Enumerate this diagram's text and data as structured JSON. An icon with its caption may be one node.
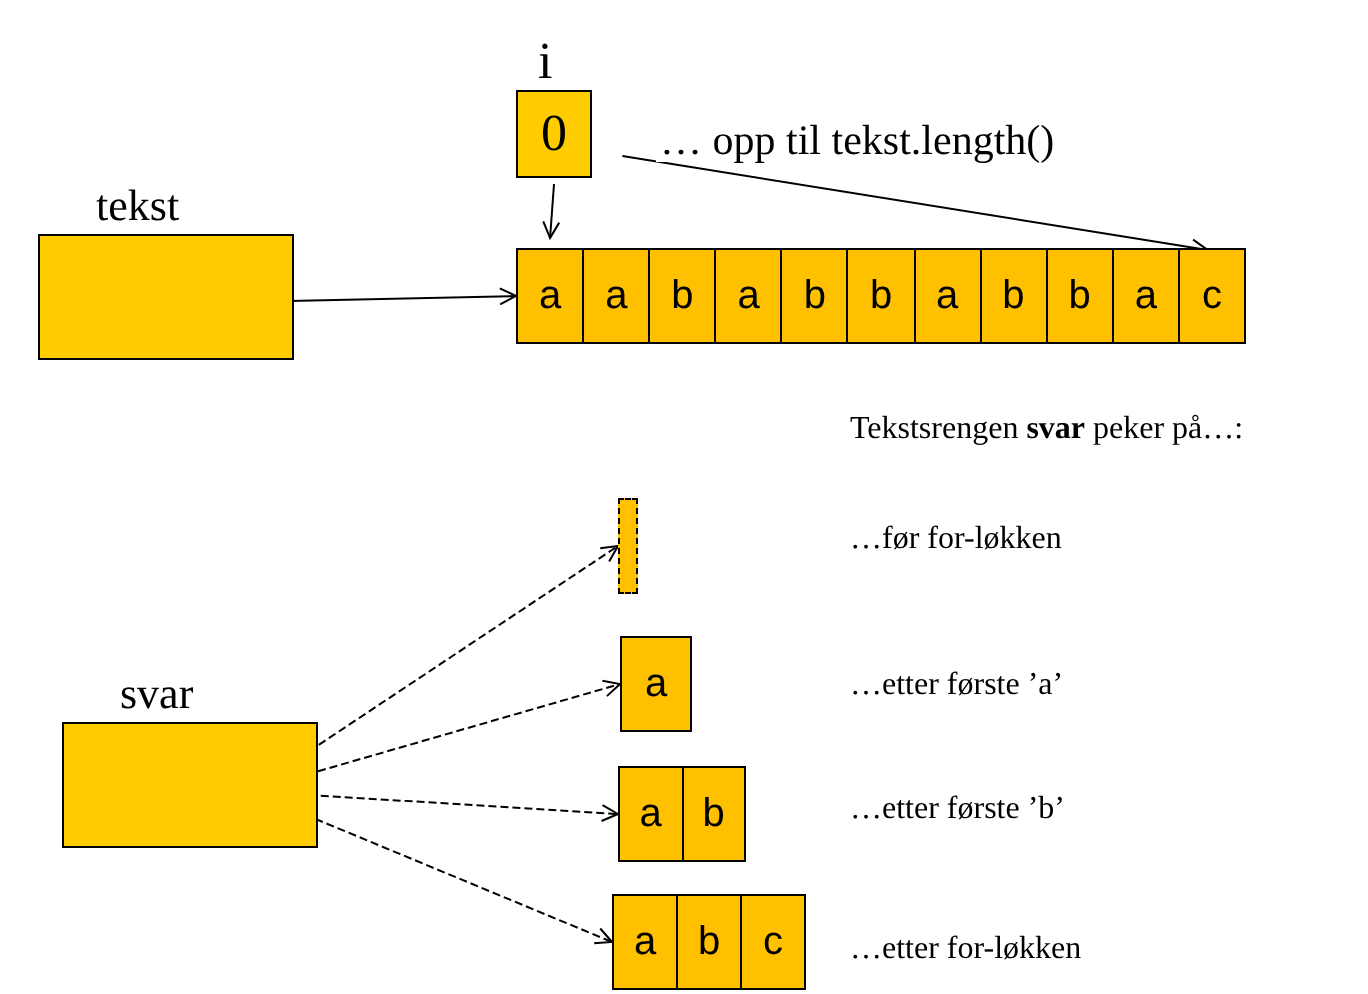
{
  "diagram": {
    "nodes": [
      {
        "text": [
          "tekst"
        ]
      },
      {
        "text": [
          "i",
          "0"
        ]
      },
      {
        "text": [],
        "shape": "box"
      },
      {
        "text": [
          "a"
        ],
        "in": 2
      },
      {
        "text": [
          "a"
        ],
        "in": 2
      },
      {
        "text": [
          "b"
        ],
        "in": 2
      },
      {
        "text": [
          "a"
        ],
        "in": 2
      },
      {
        "text": [
          "b"
        ],
        "in": 2
      },
      {
        "text": [
          "b"
        ],
        "in": 2
      },
      {
        "text": [
          "a"
        ],
        "in": 2
      },
      {
        "text": [
          "b"
        ],
        "in": 2
      },
      {
        "text": [
          "b"
        ],
        "in": 2
      },
      {
        "text": [
          "a"
        ],
        "in": 2
      },
      {
        "text": [
          "c"
        ],
        "in": 2
      },
      {
        "text": [
          "svar"
        ]
      },
      {
        "text": [],
        "shape": "bar"
      },
      {
        "text": [],
        "shape": "box"
      },
      {
        "text": [
          "a"
        ],
        "in": 16
      },
      {
        "text": [],
        "shape": "box"
      },
      {
        "text": [
          "a"
        ],
        "in": 18
      },
      {
        "text": [
          "b"
        ],
        "in": 18
      },
      {
        "text": [],
        "shape": "box"
      },
      {
        "text": [
          "a"
        ],
        "in": 21
      },
      {
        "text": [
          "b"
        ],
        "in": 21
      },
      {
        "text": [
          "c"
        ],
        "in": 21
      }
    ],
    "edges": [
      {
        "from": 0,
        "to": 2,
        "arrow": "to"
      },
      {
        "from": 1,
        "to": 3,
        "arrow": "to"
      },
      {
        "from": 1,
        "to": 13,
        "arrow": "to",
        "label": "… opp til tekst.length()"
      },
      {
        "from": 14,
        "to": 15,
        "arrow": "to",
        "style": "dashed"
      },
      {
        "from": 14,
        "to": 16,
        "arrow": "to",
        "style": "dashed"
      },
      {
        "from": 14,
        "to": 18,
        "arrow": "to",
        "style": "dashed"
      },
      {
        "from": 14,
        "to": 21,
        "arrow": "to",
        "style": "dashed"
      }
    ],
    "labels": [
      "Tekstsrengen **svar** peker på…:",
      "…før for-løkken",
      "…etter første ’a’",
      "…etter første ’b’",
      "…etter for-løkken"
    ]
  }
}
